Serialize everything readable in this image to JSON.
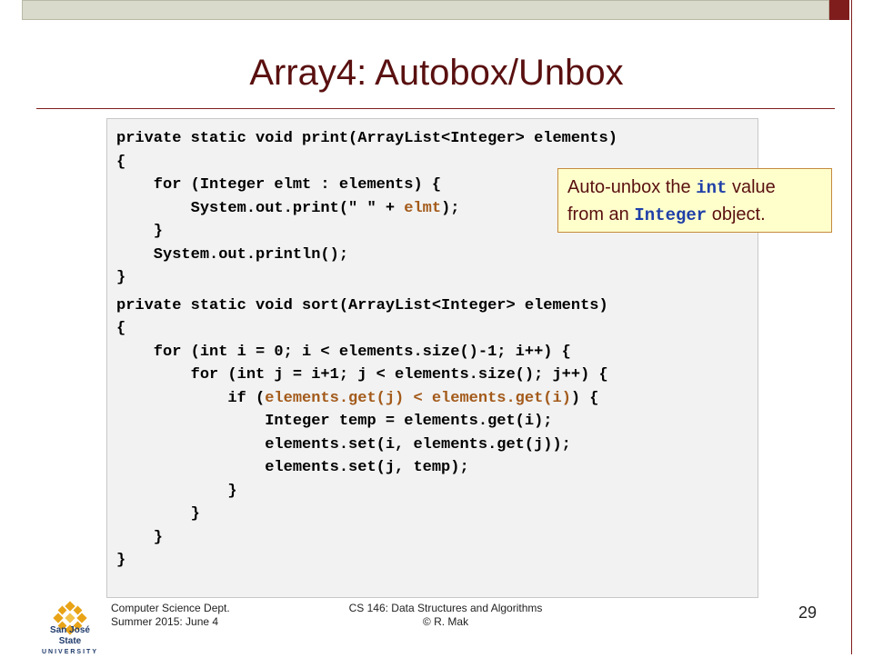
{
  "slide": {
    "title": "Array4: Autobox/Unbox",
    "page_number": "29",
    "accent_color": "#7f1d1d",
    "highlight_color": "#a35a1a"
  },
  "code": {
    "print_method": [
      [
        {
          "t": "private static void print(ArrayList<Integer> elements)"
        }
      ],
      [
        {
          "t": "{"
        }
      ],
      [
        {
          "t": "    for (Integer elmt : elements) {"
        }
      ],
      [
        {
          "t": "        System.out.print(\" \" + "
        },
        {
          "t": "elmt",
          "hl": true
        },
        {
          "t": ");"
        }
      ],
      [
        {
          "t": "    }"
        }
      ],
      [
        {
          "t": "    System.out.println();"
        }
      ],
      [
        {
          "t": "}"
        }
      ]
    ],
    "sort_method": [
      [
        {
          "t": "private static void sort(ArrayList<Integer> elements)"
        }
      ],
      [
        {
          "t": "{"
        }
      ],
      [
        {
          "t": "    for (int i = 0; i < elements.size()-1; i++) {"
        }
      ],
      [
        {
          "t": "        for (int j = i+1; j < elements.size(); j++) {"
        }
      ],
      [
        {
          "t": "            if ("
        },
        {
          "t": "elements.get(j) < elements.get(i)",
          "hl": true
        },
        {
          "t": ") {"
        }
      ],
      [
        {
          "t": "                Integer temp = elements.get(i);"
        }
      ],
      [
        {
          "t": "                elements.set(i, elements.get(j));"
        }
      ],
      [
        {
          "t": "                elements.set(j, temp);"
        }
      ],
      [
        {
          "t": "            }"
        }
      ],
      [
        {
          "t": "        }"
        }
      ],
      [
        {
          "t": "    }"
        }
      ],
      [
        {
          "t": "}"
        }
      ]
    ]
  },
  "callout": {
    "part1": "Auto-unbox the ",
    "code1": "int",
    "part2": " value",
    "part3": "from an ",
    "code2": "Integer",
    "part4": " object."
  },
  "footer": {
    "dept": "Computer Science Dept.",
    "term": "Summer 2015: June 4",
    "course": "CS 146: Data Structures and Algorithms",
    "author": "© R. Mak"
  },
  "logo": {
    "line1": "San José State",
    "line2": "UNIVERSITY"
  }
}
